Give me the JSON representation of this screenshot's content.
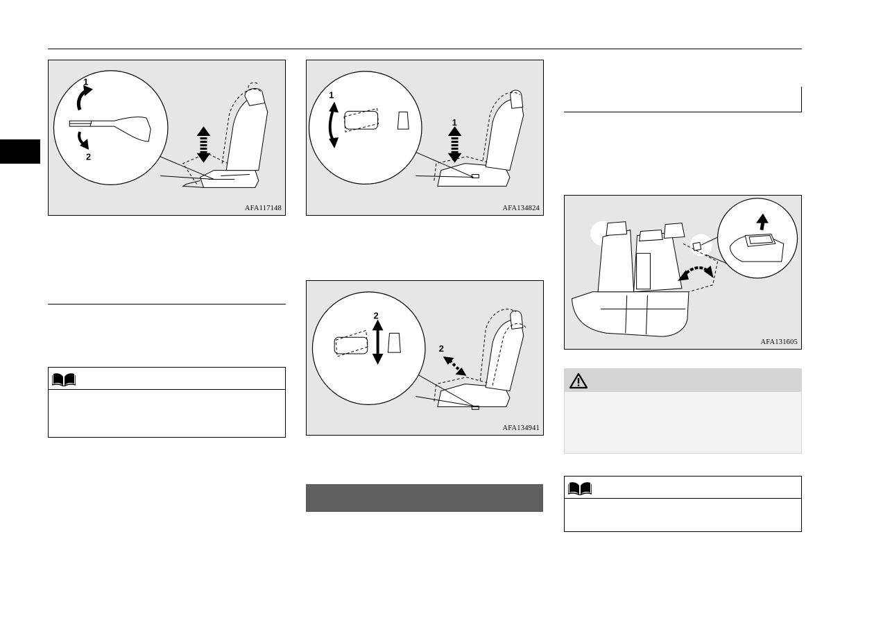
{
  "figures": {
    "fig1": {
      "code": "AFA117148",
      "marker_up": "1",
      "marker_down": "2"
    },
    "fig2": {
      "code": "AFA134824",
      "marker_zoom": "1",
      "marker_seat": "1"
    },
    "fig3": {
      "code": "AFA134941",
      "marker_zoom": "2",
      "marker_seat": "2"
    },
    "fig4": {
      "code": "AFA131605"
    }
  },
  "icons": {
    "note": "note-book-icon",
    "caution": "caution-triangle-icon"
  },
  "colors": {
    "figure_bg": "#e6e6e6",
    "dark_bar": "#5f5f5f",
    "caution_header": "#d4d4d4",
    "caution_body": "#f2f2f2",
    "tab": "#000000"
  }
}
